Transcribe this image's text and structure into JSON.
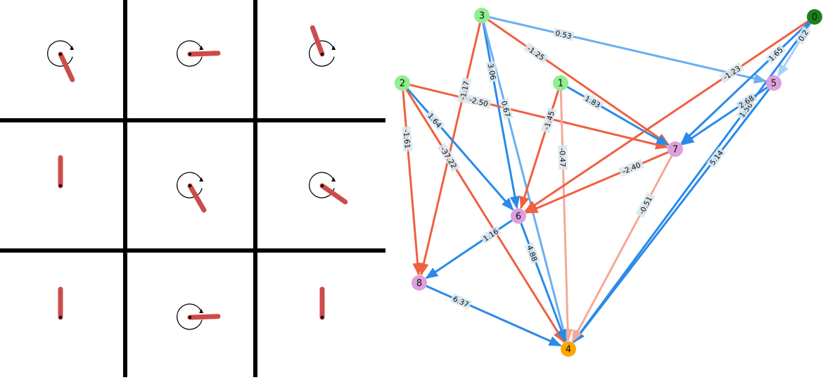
{
  "pendulum_grid": {
    "cells": [
      {
        "angle_deg": 155,
        "arrow": true
      },
      {
        "angle_deg": 88,
        "arrow": true
      },
      {
        "angle_deg": -20,
        "arrow": true
      },
      {
        "angle_deg": 0,
        "arrow": false
      },
      {
        "angle_deg": 150,
        "arrow": true
      },
      {
        "angle_deg": 125,
        "arrow": true
      },
      {
        "angle_deg": 0,
        "arrow": false
      },
      {
        "angle_deg": 88,
        "arrow": true
      },
      {
        "angle_deg": 0,
        "arrow": false
      }
    ],
    "colors": {
      "pole": "#cc4c4c",
      "grid": "#000000",
      "arrow": "#000000",
      "pivot": "#000000"
    }
  },
  "graph": {
    "nodes": [
      {
        "id": "0",
        "label": "0",
        "color": "#1e7f1e"
      },
      {
        "id": "1",
        "label": "1",
        "color": "#90ee90"
      },
      {
        "id": "2",
        "label": "2",
        "color": "#90ee90"
      },
      {
        "id": "3",
        "label": "3",
        "color": "#90ee90"
      },
      {
        "id": "4",
        "label": "4",
        "color": "#ffa500"
      },
      {
        "id": "5",
        "label": "5",
        "color": "#dda0dd"
      },
      {
        "id": "6",
        "label": "6",
        "color": "#dda0dd"
      },
      {
        "id": "7",
        "label": "7",
        "color": "#dda0dd"
      },
      {
        "id": "8",
        "label": "8",
        "color": "#dda0dd"
      }
    ],
    "edges": [
      {
        "from": "3",
        "to": "5",
        "label": "0.53",
        "color": "#6aaff0"
      },
      {
        "from": "3",
        "to": "7",
        "label": "-1.25",
        "color": "#f06040"
      },
      {
        "from": "3",
        "to": "8",
        "label": "-1.17",
        "color": "#f06040"
      },
      {
        "from": "3",
        "to": "6",
        "label": "3.06",
        "color": "#2a8ae8"
      },
      {
        "from": "3",
        "to": "4",
        "label": "0.67",
        "color": "#6aaff0"
      },
      {
        "from": "2",
        "to": "7",
        "label": "-2.50",
        "color": "#f06040"
      },
      {
        "from": "2",
        "to": "6",
        "label": "1.64",
        "color": "#2a8ae8"
      },
      {
        "from": "2",
        "to": "8",
        "label": "-1.61",
        "color": "#f06040"
      },
      {
        "from": "2",
        "to": "4",
        "label": "-37.22",
        "color": "#f06040"
      },
      {
        "from": "1",
        "to": "7",
        "label": "1.83",
        "color": "#2a8ae8"
      },
      {
        "from": "1",
        "to": "6",
        "label": "-1.45",
        "color": "#f06040"
      },
      {
        "from": "1",
        "to": "4",
        "label": "-0.47",
        "color": "#f5a898"
      },
      {
        "from": "0",
        "to": "6",
        "label": "-1.23",
        "color": "#f06040"
      },
      {
        "from": "0",
        "to": "7",
        "label": "1.65",
        "color": "#2a8ae8"
      },
      {
        "from": "0",
        "to": "5",
        "label": "0.2",
        "color": "#a8d0f5"
      },
      {
        "from": "0",
        "to": "4",
        "label": "1.56",
        "color": "#2a8ae8"
      },
      {
        "from": "5",
        "to": "7",
        "label": "2.68",
        "color": "#2a8ae8"
      },
      {
        "from": "5",
        "to": "4",
        "label": "5.14",
        "color": "#2a8ae8"
      },
      {
        "from": "7",
        "to": "6",
        "label": "-2.40",
        "color": "#f06040"
      },
      {
        "from": "7",
        "to": "4",
        "label": "-0.51",
        "color": "#f5a898"
      },
      {
        "from": "6",
        "to": "8",
        "label": "1.16",
        "color": "#2a8ae8"
      },
      {
        "from": "6",
        "to": "4",
        "label": "4.88",
        "color": "#2a8ae8"
      },
      {
        "from": "8",
        "to": "4",
        "label": "6.37",
        "color": "#2a8ae8"
      }
    ]
  }
}
